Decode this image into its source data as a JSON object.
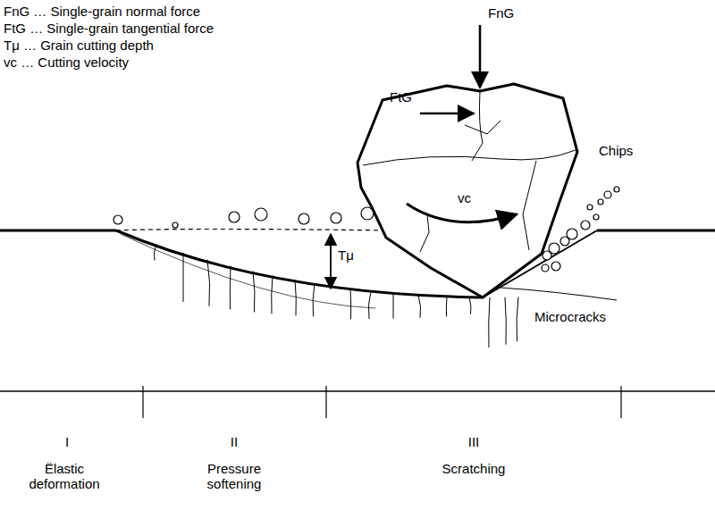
{
  "diagram": {
    "labels": [
      "FnG … Single-grain normal force",
      "FtG … Single-grain tangential force",
      "Tμ … Grain cutting depth",
      "vc … Cutting velocity",
      "FnG",
      "FtG",
      "vc",
      "Tμ",
      "Chips",
      "Microcracks",
      "I",
      "II",
      "III",
      "Ëlastic deformation",
      "Pressure softening",
      "Scratching"
    ]
  }
}
